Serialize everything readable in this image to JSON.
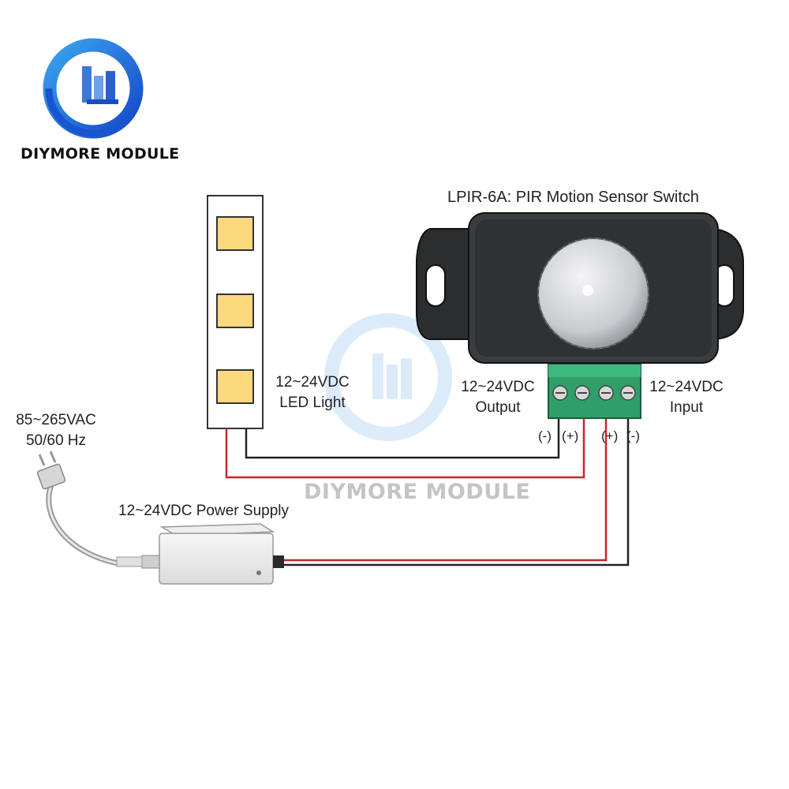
{
  "brand": {
    "name": "DIYMORE MODULE"
  },
  "watermark": {
    "text": "DIYMORE MODULE"
  },
  "sensor": {
    "title": "LPIR-6A: PIR Motion Sensor Switch"
  },
  "labels": {
    "led_voltage": "12~24VDC",
    "led_name": "LED Light",
    "output_voltage": "12~24VDC",
    "output_name": "Output",
    "input_voltage": "12~24VDC",
    "input_name": "Input",
    "ac_voltage": "85~265VAC",
    "ac_freq": "50/60 Hz",
    "power_supply": "12~24VDC Power Supply"
  },
  "terminals": {
    "out_minus": "(-)",
    "out_plus": "(+)",
    "in_plus": "(+)",
    "in_minus": "(-)"
  },
  "colors": {
    "wire_red": "#c8262b",
    "wire_black": "#222222",
    "led": "#fcd97d",
    "brand_blue": "#1c5fd6",
    "sensor_body": "#2f3234",
    "terminal": "#2f9e68"
  }
}
